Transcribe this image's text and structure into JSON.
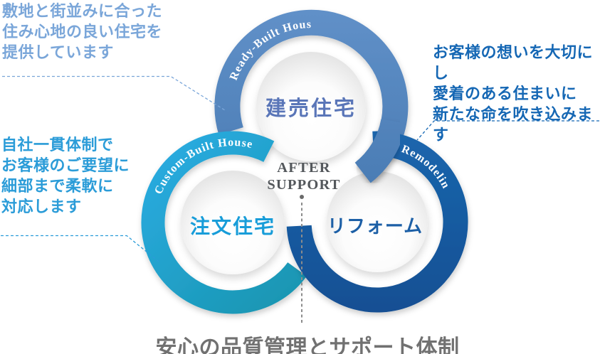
{
  "title": "安心の品質管理とサポート体制",
  "title_color": "#717171",
  "center": {
    "line1": "AFTER",
    "line2": "SUPPORT"
  },
  "rings": {
    "ready": {
      "en": "Ready-Built House",
      "ja": "建売住宅",
      "color_start": "#6090c8",
      "color_end": "#4a7cb4",
      "label_color": "#5a76b8"
    },
    "custom": {
      "en": "Custom-Built House",
      "ja": "注文住宅",
      "color_start": "#2bace3",
      "color_end": "#1794ad",
      "label_color": "#189dd9"
    },
    "remodel": {
      "en": "Remodeling",
      "ja": "リフォーム",
      "color_start": "#1b66ad",
      "color_end": "#124e92",
      "label_color": "#1c5fa6"
    }
  },
  "notes": {
    "ready": {
      "color": "#7aa6d9",
      "lines": [
        "敷地と街並みに合った",
        "住み心地の良い住宅を",
        "提供しています"
      ]
    },
    "custom": {
      "color": "#2b9cd8",
      "lines": [
        "自社一貫体制で",
        "お客様のご要望に",
        "細部まで柔軟に",
        "対応します"
      ]
    },
    "remodel": {
      "color": "#1567b4",
      "lines": [
        "お客様の想いを大切にし",
        "愛着のある住まいに",
        "新たな命を吹き込みます"
      ]
    }
  }
}
